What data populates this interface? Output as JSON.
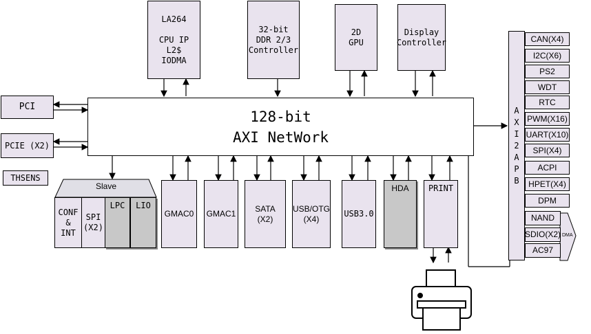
{
  "network": {
    "line1": "128-bit",
    "line2": "AXI NetWork"
  },
  "top": {
    "cpu": "LA264\n\nCPU IP\nL2$\nIODMA",
    "ddr": "32-bit\nDDR 2/3\nController",
    "gpu": "2D\nGPU",
    "display": "Display\nController"
  },
  "left": {
    "pci": "PCI",
    "pcie": "PCIE (X2)",
    "thsens": "THSENS"
  },
  "slave": {
    "title": "Slave",
    "conf": "CONF\n&\nINT",
    "spi": "SPI\n(X2)",
    "lpc": "LPC",
    "lio": "LIO"
  },
  "bottom": {
    "gmac0": "GMAC0",
    "gmac1": "GMAC1",
    "sata": "SATA\n(X2)",
    "usbotg": "USB/OTG\n(X4)",
    "usb3": "USB3.0",
    "hda": "HDA",
    "print": "PRINT"
  },
  "apb": {
    "label": [
      "A",
      "X",
      "I",
      "2",
      "A",
      "P",
      "B"
    ],
    "items": [
      "CAN(X4)",
      "I2C(X6)",
      "PS2",
      "WDT",
      "RTC",
      "PWM(X16)",
      "UART(X10)",
      "SPI(X4)",
      "ACPI",
      "HPET(X4)",
      "DPM"
    ],
    "dma_items": [
      "NAND",
      "SDIO(X2)",
      "AC97"
    ],
    "dma_label": "DMA"
  },
  "icons": {
    "printer": "printer-icon"
  }
}
